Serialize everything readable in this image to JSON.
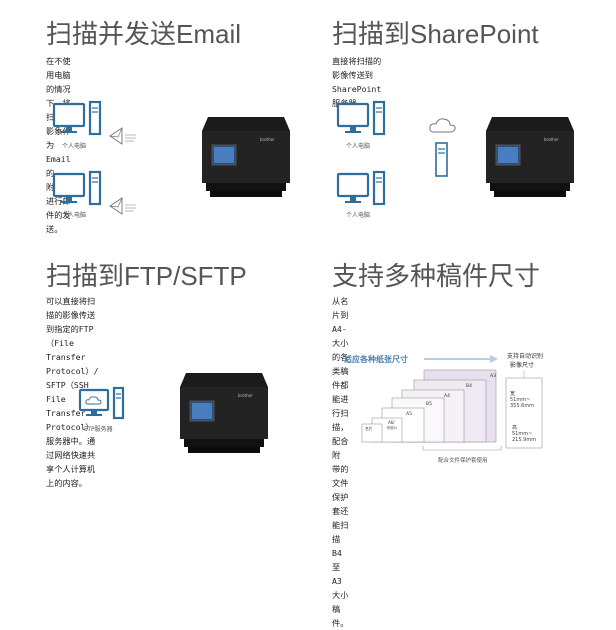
{
  "sections": {
    "email": {
      "title": "扫描并发送Email",
      "desc_line1": "在不使用电脑的情况下，将扫描的影象作为Email的",
      "desc_line2": "附件并进行邮件的发送。",
      "pc_label_1": "个人电脑",
      "pc_label_2": "个人电脑"
    },
    "sharepoint": {
      "title": "扫描到SharePoint",
      "desc_line1": "直接将扫描的影像传送到SharePoint服务器。",
      "pc_label_1": "个人电脑",
      "pc_label_2": "个人电脑"
    },
    "ftp": {
      "title": "扫描到FTP/SFTP",
      "desc_line1": "可以直接将扫描的影像传送到指定的FTP（File",
      "desc_line2": "Transfer Protocol）/ SFTP（SSH File",
      "desc_line3": "Transfer Protocol）服务器中。通过网络快速共",
      "desc_line4": "享个人计算机上的内容。",
      "server_label": "FTP服务器"
    },
    "sizes": {
      "title": "支持多种稿件尺寸",
      "desc_line1": "从名片到A4-大小的各类稿件都能进行扫描，配合附",
      "desc_line2": "带的文件保护套还能扫描B4至A3大小稿件。",
      "arrow_label": "适应各种纸张尺寸",
      "auto_label_1": "支持自动识别",
      "auto_label_2": "影像尺寸",
      "paper_sizes": [
        "A3",
        "B4",
        "A4",
        "B5",
        "A5",
        "A6/",
        "名片"
      ],
      "a6_sub": "明信片",
      "width_label": "宽",
      "width_range_1": "51mm~",
      "width_range_2": "355.6mm",
      "height_label": "高",
      "height_range_1": "51mm~",
      "height_range_2": "215.9mm",
      "footer_label": "配合文件保护套使用"
    }
  },
  "scanner": {
    "brand": "brother"
  },
  "colors": {
    "accent": "#2e6e9e",
    "title": "#555555",
    "label_blue": "#4a7fb0"
  }
}
